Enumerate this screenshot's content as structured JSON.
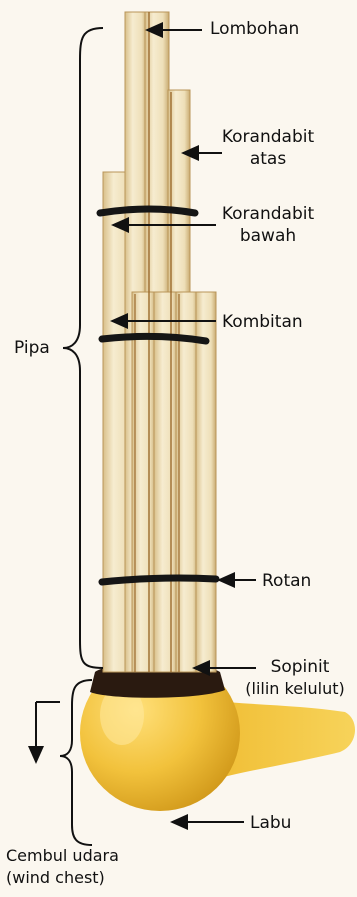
{
  "labels": {
    "lombohan": "Lombohan",
    "korandabit_atas_1": "Korandabit",
    "korandabit_atas_2": "atas",
    "korandabit_bawah_1": "Korandabit",
    "korandabit_bawah_2": "bawah",
    "kombitan": "Kombitan",
    "pipa": "Pipa",
    "rotan": "Rotan",
    "sopinit_1": "Sopinit",
    "sopinit_2": "(lilin kelulut)",
    "labu": "Labu",
    "cembul_1": "Cembul udara",
    "cembul_2": "(wind chest)"
  },
  "colors": {
    "background": "#fbf7ef",
    "pipe": "#efe2bf",
    "pipe_edge": "#c8aa6e",
    "pipe_shadow": "#b78c4a",
    "band": "#151515",
    "gourd": "#f2c23c",
    "gourd_dark": "#d39a18",
    "wax": "#2a1a10",
    "line": "#111111"
  }
}
